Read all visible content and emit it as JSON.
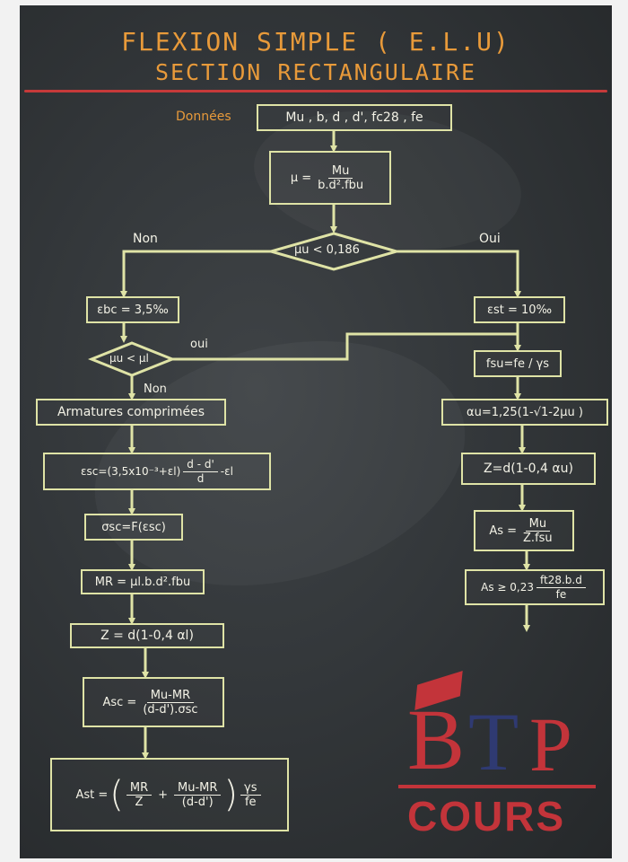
{
  "title_line1": "FLEXION SIMPLE ( E.L.U)",
  "title_line2": "SECTION RECTANGULAIRE",
  "donnees_label": "Données",
  "donnees_box": "Mu , b, d , d', fc28 , fe",
  "mu_lhs": "μ =",
  "mu_num": "Mu",
  "mu_den": "b.d².fbu",
  "decision1": "μu < 0,186",
  "non_label": "Non",
  "oui_label": "Oui",
  "left": {
    "esp_bc": "εbc = 3,5‰",
    "decision2": "μu < μl",
    "oui_label2": "oui",
    "non_label2": "Non",
    "armatures": "Armatures comprimées",
    "eps_sc_lhs": "εsc=(3,5x10⁻³+εl)",
    "eps_sc_num": "d - d'",
    "eps_sc_den": "d",
    "eps_sc_rhs": "-εl",
    "sigma_sc": "σsc=F(εsc)",
    "mr": "MR = μl.b.d².fbu",
    "z": "Z = d(1-0,4 αl)",
    "asc_lhs": "Asc =",
    "asc_num": "Mu-MR",
    "asc_den": "(d-d').σsc",
    "ast_lhs": "Ast =",
    "ast_f1_num": "MR",
    "ast_f1_den": "Z",
    "ast_plus": "+",
    "ast_f2_num": "Mu-MR",
    "ast_f2_den": "(d-d')",
    "ast_f3_num": "γs",
    "ast_f3_den": "fe"
  },
  "right": {
    "eps_st": "εst = 10‰",
    "fsu": "fsu=fe / γs",
    "alpha": "αu=1,25(1-√1-2μu )",
    "z": "Z=d(1-0,4 αu)",
    "as_lhs": "As =",
    "as_num": "Mu",
    "as_den": "Z.fsu",
    "asmin_lhs": "As ≥ 0,23",
    "asmin_num": "ft28.b.d",
    "asmin_den": "fe"
  },
  "logo": {
    "b": "B",
    "t": "T",
    "p": "P",
    "cours": "COURS"
  },
  "colors": {
    "board": "#33373a",
    "chalk": "#dfe3a6",
    "title": "#e89a3a",
    "accent_red": "#c3343a",
    "accent_blue": "#2f3a72"
  }
}
